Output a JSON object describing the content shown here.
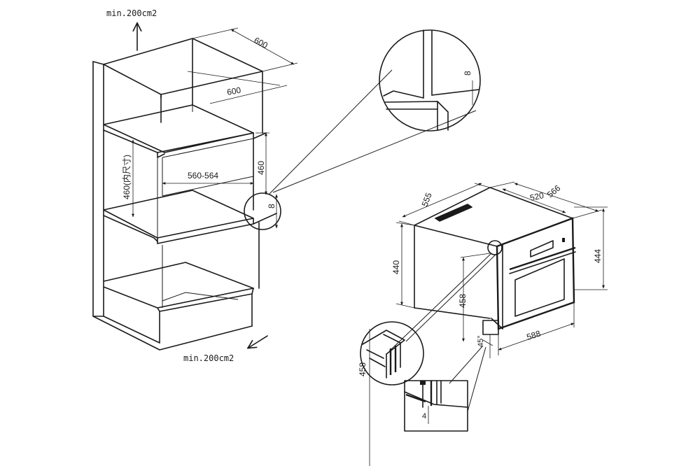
{
  "cabinet": {
    "vent_top": "min.200cm2",
    "vent_bottom": "min.200cm2",
    "depth_outer": "600",
    "depth_inner": "600",
    "height_inner": "460(内尺寸)",
    "height_side": "460",
    "width": "560-564",
    "gap": "8"
  },
  "oven": {
    "depth_top": "555",
    "depth_inner": "520",
    "width": "566",
    "height_left": "440",
    "height_front": "458",
    "height_right": "444",
    "depth_bottom": "588",
    "angle": "45°",
    "detail_left": "458",
    "detail_bottom": "4"
  }
}
